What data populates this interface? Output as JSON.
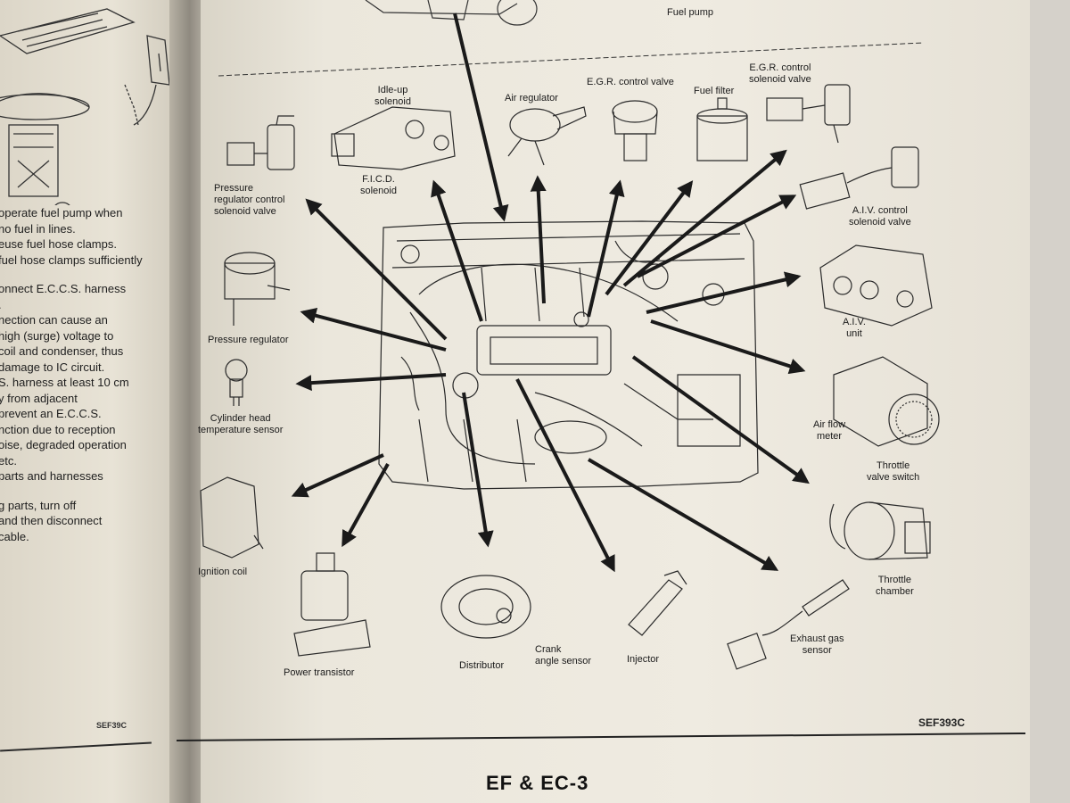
{
  "left_page": {
    "lines": [
      "operate fuel pump when",
      "no fuel in lines.",
      "euse fuel hose clamps.",
      "fuel hose clamps sufficiently",
      "",
      "onnect E.C.C.S. harness",
      ".",
      "nection can cause an",
      "high (surge) voltage to",
      "coil and condenser, thus",
      "damage to IC circuit.",
      "S. harness at least 10 cm",
      "y from adjacent",
      "prevent an E.C.C.S.",
      "nction due to reception",
      "oise, degraded operation",
      "etc.",
      "parts and harnesses",
      "",
      "g parts, turn off",
      "and then disconnect",
      "cable."
    ],
    "figure_code": "SEF39C"
  },
  "diagram": {
    "top_label": "Fuel pump",
    "components": [
      {
        "id": "idle-up-solenoid",
        "label": [
          "Idle-up",
          "solenoid"
        ]
      },
      {
        "id": "air-regulator",
        "label": [
          "Air regulator"
        ]
      },
      {
        "id": "egr-control-valve",
        "label": [
          "E.G.R. control valve"
        ]
      },
      {
        "id": "fuel-filter",
        "label": [
          "Fuel filter"
        ]
      },
      {
        "id": "egr-control-solenoid-valve",
        "label": [
          "E.G.R. control",
          "solenoid valve"
        ]
      },
      {
        "id": "pressure-regulator-control-solenoid-valve",
        "label": [
          "Pressure",
          "regulator control",
          "solenoid valve"
        ]
      },
      {
        "id": "ficd-solenoid",
        "label": [
          "F.I.C.D.",
          "solenoid"
        ]
      },
      {
        "id": "aiv-control-solenoid-valve",
        "label": [
          "A.I.V. control",
          "solenoid valve"
        ]
      },
      {
        "id": "pressure-regulator",
        "label": [
          "Pressure regulator"
        ]
      },
      {
        "id": "aiv-unit",
        "label": [
          "A.I.V.",
          "unit"
        ]
      },
      {
        "id": "cylinder-head-temperature-sensor",
        "label": [
          "Cylinder head",
          "temperature sensor"
        ]
      },
      {
        "id": "air-flow-meter",
        "label": [
          "Air flow",
          "meter"
        ]
      },
      {
        "id": "throttle-valve-switch",
        "label": [
          "Throttle",
          "valve switch"
        ]
      },
      {
        "id": "throttle-chamber",
        "label": [
          "Throttle",
          "chamber"
        ]
      },
      {
        "id": "ignition-coil",
        "label": [
          "Ignition coil"
        ]
      },
      {
        "id": "power-transistor",
        "label": [
          "Power transistor"
        ]
      },
      {
        "id": "distributor",
        "label": [
          "Distributor"
        ]
      },
      {
        "id": "crank-angle-sensor",
        "label": [
          "Crank",
          "angle sensor"
        ]
      },
      {
        "id": "injector",
        "label": [
          "Injector"
        ]
      },
      {
        "id": "exhaust-gas-sensor",
        "label": [
          "Exhaust gas",
          "sensor"
        ]
      }
    ],
    "figure_code": "SEF393C"
  },
  "footer": {
    "title": "EF & EC-3"
  }
}
